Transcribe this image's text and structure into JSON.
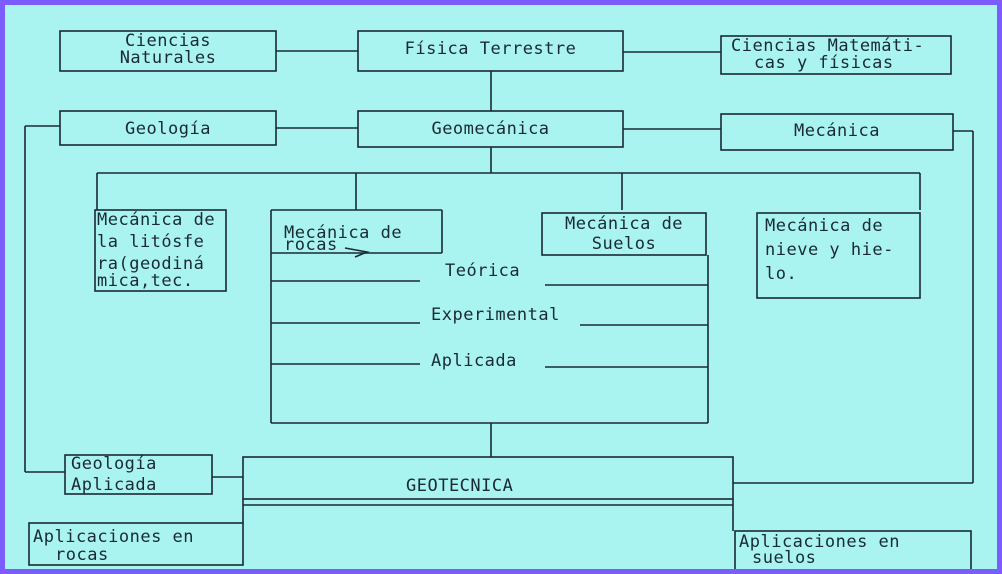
{
  "colors": {
    "background": "#a9f3f1",
    "border": "#7b5cff",
    "ink": "#1a2a33"
  },
  "nodes": {
    "ciencias_naturales": [
      "Ciencias",
      "Naturales"
    ],
    "fisica_terrestre": "Física Terrestre",
    "ciencias_matematicas": [
      "Ciencias Matemáti-",
      "cas y físicas"
    ],
    "geologia": "Geología",
    "geomecanica": "Geomecánica",
    "mecanica": "Mecánica",
    "mecanica_litosfera": [
      "Mecánica de",
      "la litósfe",
      "ra(geodiná",
      "mica,tec."
    ],
    "mecanica_rocas": [
      "Mecánica de",
      "rocas"
    ],
    "mecanica_suelos": [
      "Mecánica de",
      "Suelos"
    ],
    "mecanica_nieve": [
      "Mecánica de",
      "nieve y hie-",
      "lo."
    ],
    "teorica": "Teórica",
    "experimental": "Experimental",
    "aplicada": "Aplicada",
    "geologia_aplicada": [
      "Geología",
      "Aplicada"
    ],
    "geotecnica": "GEOTECNICA",
    "aplicaciones_rocas": [
      "Aplicaciones en",
      "rocas"
    ],
    "aplicaciones_suelos": [
      "Aplicaciones en",
      "suelos"
    ]
  }
}
